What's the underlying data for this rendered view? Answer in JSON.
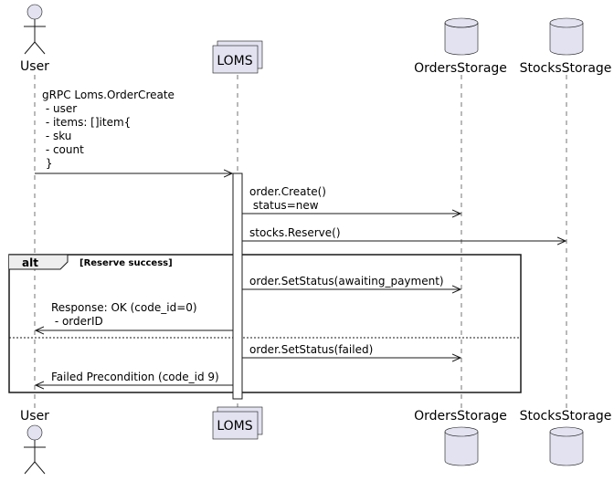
{
  "participants": {
    "user": "User",
    "loms": "LOMS",
    "orders": "OrdersStorage",
    "stocks": "StocksStorage"
  },
  "messages": {
    "m1": [
      "gRPC Loms.OrderCreate",
      "    - user",
      "    - items: []item{",
      "        - sku",
      "        - count",
      "    }"
    ],
    "m2": [
      "order.Create()",
      "    status=new"
    ],
    "m3": [
      "stocks.Reserve()"
    ],
    "m4": [
      "order.SetStatus(awaiting_payment)"
    ],
    "m5": [
      "Response: OK (code_id=0)",
      "    - orderID"
    ],
    "m6": [
      "order.SetStatus(failed)"
    ],
    "m7": [
      "Failed Precondition (code_id 9)"
    ]
  },
  "alt": {
    "keyword": "alt",
    "guard": "[Reserve success]"
  },
  "colors": {
    "participant_fill": "#e2e2f0",
    "line": "#181818"
  }
}
